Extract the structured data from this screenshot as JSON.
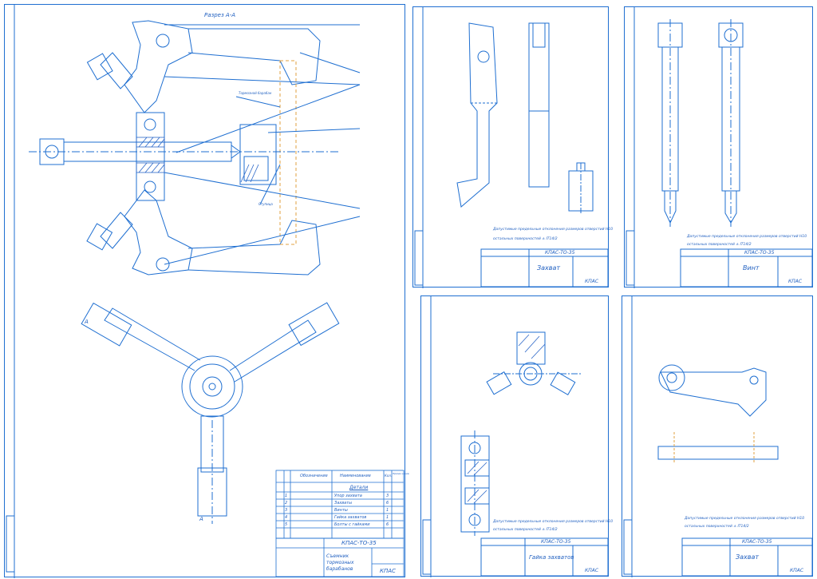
{
  "assembly": {
    "section_title": "Разрез А-А",
    "leader_note": "Тормозной барабан",
    "part_note": "Ступица",
    "section_mark": "А",
    "spec": {
      "section": "Детали",
      "columns": [
        "Обозначение",
        "Наименование",
        "Кол.",
        "Приме-чание"
      ],
      "rows": [
        {
          "pos": "1",
          "name": "Упор захвата",
          "qty": "3"
        },
        {
          "pos": "2",
          "name": "Захваты",
          "qty": "6"
        },
        {
          "pos": "3",
          "name": "Винты",
          "qty": "1"
        },
        {
          "pos": "4",
          "name": "Гайка захватов",
          "qty": "1"
        },
        {
          "pos": "5",
          "name": "Болты с гайками",
          "qty": "6"
        }
      ]
    },
    "stamp": {
      "doc": "КПАС-ТО-35",
      "name": "Съемник тормозных барабанов",
      "org": "КПАС"
    }
  },
  "sheets": [
    {
      "id": "zakhvat1",
      "note1": "Допустимые предельные отклонения размеров отверстий Н10",
      "note2": "остальных поверхностей ± IT14/2",
      "stamp": {
        "doc": "КПАС-ТО-35",
        "name": "Захват",
        "org": "КПАС"
      }
    },
    {
      "id": "vint",
      "note1": "Допустимые предельные отклонения размеров отверстий Н10",
      "note2": "остальных поверхностей ± IT14/2",
      "stamp": {
        "doc": "КПАС-ТО-35",
        "name": "Винт",
        "org": "КПАС"
      }
    },
    {
      "id": "gayka",
      "note1": "Допустимые предельные отклонения размеров отверстий Н10",
      "note2": "остальных поверхностей ± IT14/2",
      "stamp": {
        "doc": "КПАС-ТО-35",
        "name": "Гайка захватов",
        "org": "КПАС"
      }
    },
    {
      "id": "zakhvat2",
      "note1": "Допустимые предельные отклонения размеров отверстий Н10",
      "note2": "остальных поверхностей ± IT14/2",
      "stamp": {
        "doc": "КПАС-ТО-35",
        "name": "Захват",
        "org": "КПАС"
      }
    }
  ],
  "colors": {
    "line": "#1f6fd1",
    "hatch": "#2a66c8",
    "center": "#e0a040"
  }
}
